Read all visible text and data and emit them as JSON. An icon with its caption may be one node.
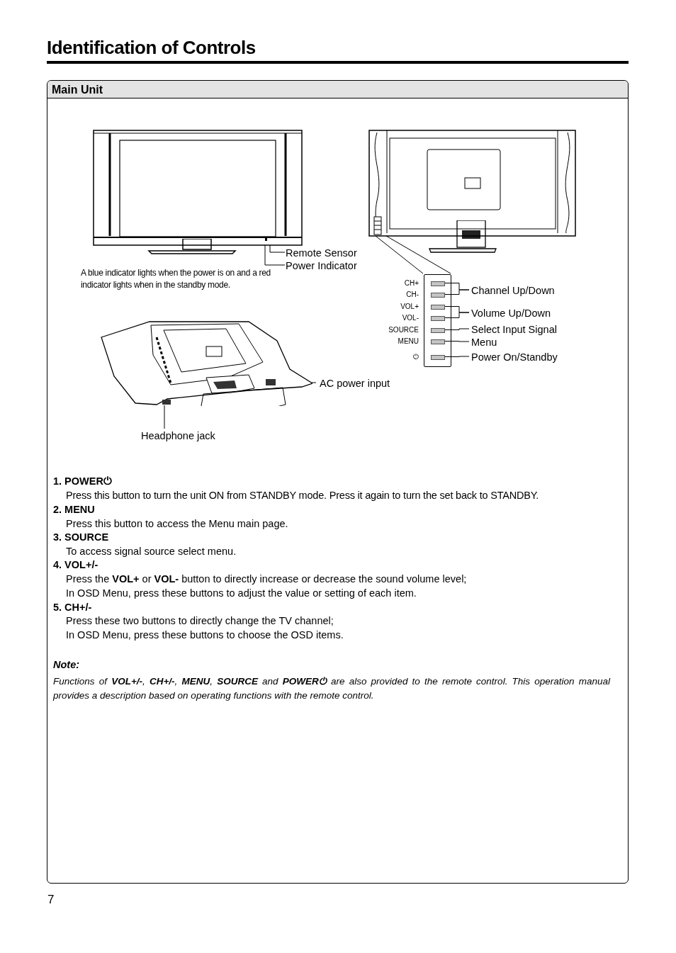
{
  "diagram": {
    "title": "Identification of Controls",
    "nodes": [
      {
        "text": [
          "Main Unit"
        ]
      },
      {
        "text": [],
        "shape": "picture",
        "in": 0
      },
      {
        "text": [
          "Remote Sensor"
        ],
        "in": 0
      },
      {
        "text": [
          "Power Indicator"
        ],
        "in": 0
      },
      {
        "text": [],
        "shape": "picture",
        "in": 0
      },
      {
        "text": [
          "CH+",
          "CH-",
          "VOL+",
          "VOL-",
          "SOURCE",
          "MENU",
          "⏻"
        ],
        "in": 0
      },
      {
        "text": [],
        "shape": "bar",
        "in": 5
      },
      {
        "text": [],
        "shape": "bar",
        "in": 5
      },
      {
        "text": [],
        "shape": "bar",
        "in": 5
      },
      {
        "text": [],
        "shape": "bar",
        "in": 5
      },
      {
        "text": [],
        "shape": "bar",
        "in": 5
      },
      {
        "text": [],
        "shape": "bar",
        "in": 5
      },
      {
        "text": [],
        "shape": "bar",
        "in": 5
      },
      {
        "text": [
          "Channel Up/Down"
        ],
        "in": 0
      },
      {
        "text": [
          "Volume Up/Down"
        ],
        "in": 0
      },
      {
        "text": [
          "Select Input Signal"
        ],
        "in": 0
      },
      {
        "text": [
          "Menu"
        ],
        "in": 0
      },
      {
        "text": [
          "Power On/Standby"
        ],
        "in": 0
      },
      {
        "text": [],
        "shape": "picture",
        "in": 0
      },
      {
        "text": [
          "AC power input"
        ],
        "in": 0
      },
      {
        "text": [
          "Headphone jack"
        ],
        "in": 0
      }
    ],
    "edges": [
      {
        "from": 2,
        "to": 1,
        "arrow": "none"
      },
      {
        "from": 3,
        "to": 1,
        "arrow": "none"
      },
      {
        "from": 4,
        "to": 5,
        "arrow": "none"
      },
      {
        "from": 4,
        "to": 5,
        "arrow": "none"
      },
      {
        "from": 13,
        "to": 6,
        "arrow": "none"
      },
      {
        "from": 13,
        "to": 7,
        "arrow": "none"
      },
      {
        "from": 14,
        "to": 8,
        "arrow": "none"
      },
      {
        "from": 14,
        "to": 9,
        "arrow": "none"
      },
      {
        "from": 15,
        "to": 10,
        "arrow": "none"
      },
      {
        "from": 16,
        "to": 11,
        "arrow": "none"
      },
      {
        "from": 17,
        "to": 12,
        "arrow": "none"
      },
      {
        "from": 19,
        "to": 18,
        "arrow": "none"
      },
      {
        "from": 20,
        "to": 18,
        "arrow": "none"
      }
    ],
    "labels": [
      "A blue indicator lights when the power is on and a red indicator lights when in the standby mode.",
      "1. POWER⏻",
      "Press this button to turn the unit ON from STANDBY mode. Press it again to turn the set back to STANDBY.",
      "2. MENU",
      "Press this button to access the Menu main page.",
      "3. SOURCE",
      "To access signal source select menu.",
      "4. VOL+/-",
      "Press the **VOL+** or **VOL-** button to directly increase or decrease the sound volume level;",
      "In OSD Menu, press these buttons to adjust the value or setting of each item.",
      "5. CH+/-",
      "Press these two buttons to directly change the TV channel;",
      "In OSD Menu, press these buttons to choose the OSD items.",
      "Note:",
      "Functions of **VOL+/-**, **CH+/-**, **MENU**, **SOURCE** and **POWER⏻** are also provided to the remote control. This operation manual provides a description based on operating functions with the remote control.",
      "7"
    ]
  }
}
